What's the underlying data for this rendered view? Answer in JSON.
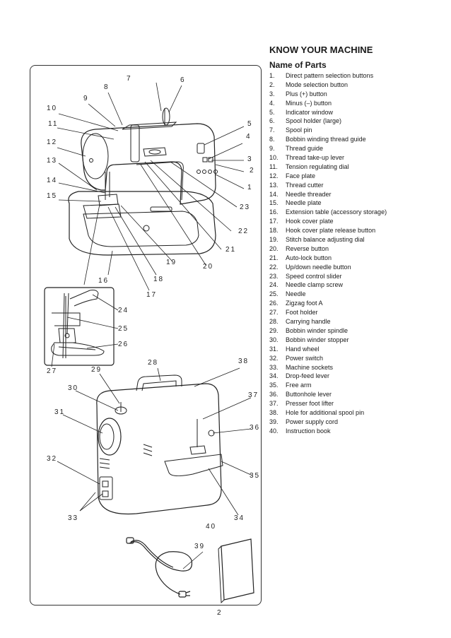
{
  "heading": "KNOW YOUR MACHINE",
  "subheading": "Name of Parts",
  "parts": [
    {
      "number": "1.",
      "name": "Direct pattern selection buttons"
    },
    {
      "number": "2.",
      "name": "Mode selection button"
    },
    {
      "number": "3.",
      "name": "Plus (+) button"
    },
    {
      "number": "4.",
      "name": "Minus (–) button"
    },
    {
      "number": "5.",
      "name": "Indicator window"
    },
    {
      "number": "6.",
      "name": "Spool holder (large)"
    },
    {
      "number": "7.",
      "name": "Spool pin"
    },
    {
      "number": "8.",
      "name": "Bobbin winding thread guide"
    },
    {
      "number": "9.",
      "name": "Thread guide"
    },
    {
      "number": "10.",
      "name": "Thread take-up lever"
    },
    {
      "number": "11.",
      "name": "Tension regulating dial"
    },
    {
      "number": "12.",
      "name": "Face plate"
    },
    {
      "number": "13.",
      "name": "Thread cutter"
    },
    {
      "number": "14.",
      "name": "Needle threader"
    },
    {
      "number": "15.",
      "name": "Needle plate"
    },
    {
      "number": "16.",
      "name": "Extension table (accessory storage)"
    },
    {
      "number": "17.",
      "name": "Hook cover plate"
    },
    {
      "number": "18.",
      "name": "Hook cover plate release button"
    },
    {
      "number": "19.",
      "name": "Stitch balance adjusting dial"
    },
    {
      "number": "20.",
      "name": "Reverse button"
    },
    {
      "number": "21.",
      "name": "Auto-lock button"
    },
    {
      "number": "22.",
      "name": "Up/down needle button"
    },
    {
      "number": "23.",
      "name": "Speed control slider"
    },
    {
      "number": "24.",
      "name": "Needle clamp screw"
    },
    {
      "number": "25.",
      "name": "Needle"
    },
    {
      "number": "26.",
      "name": "Zigzag foot A"
    },
    {
      "number": "27.",
      "name": "Foot holder"
    },
    {
      "number": "28.",
      "name": "Carrying handle"
    },
    {
      "number": "29.",
      "name": "Bobbin winder spindle"
    },
    {
      "number": "30.",
      "name": "Bobbin winder stopper"
    },
    {
      "number": "31.",
      "name": "Hand wheel"
    },
    {
      "number": "32.",
      "name": "Power switch"
    },
    {
      "number": "33.",
      "name": "Machine sockets"
    },
    {
      "number": "34.",
      "name": "Drop-feed lever"
    },
    {
      "number": "35.",
      "name": "Free arm"
    },
    {
      "number": "36.",
      "name": "Buttonhole lever"
    },
    {
      "number": "37.",
      "name": "Presser foot lifter"
    },
    {
      "number": "38.",
      "name": "Hole for additional spool pin"
    },
    {
      "number": "39.",
      "name": "Power supply cord"
    },
    {
      "number": "40.",
      "name": "Instruction book"
    }
  ],
  "callouts": [
    "1",
    "2",
    "3",
    "4",
    "5",
    "6",
    "7",
    "8",
    "9",
    "10",
    "11",
    "12",
    "13",
    "14",
    "15",
    "16",
    "17",
    "18",
    "19",
    "20",
    "21",
    "22",
    "23",
    "24",
    "25",
    "26",
    "27",
    "28",
    "29",
    "30",
    "31",
    "32",
    "33",
    "34",
    "35",
    "36",
    "37",
    "38",
    "39",
    "40"
  ],
  "page_number": "2"
}
